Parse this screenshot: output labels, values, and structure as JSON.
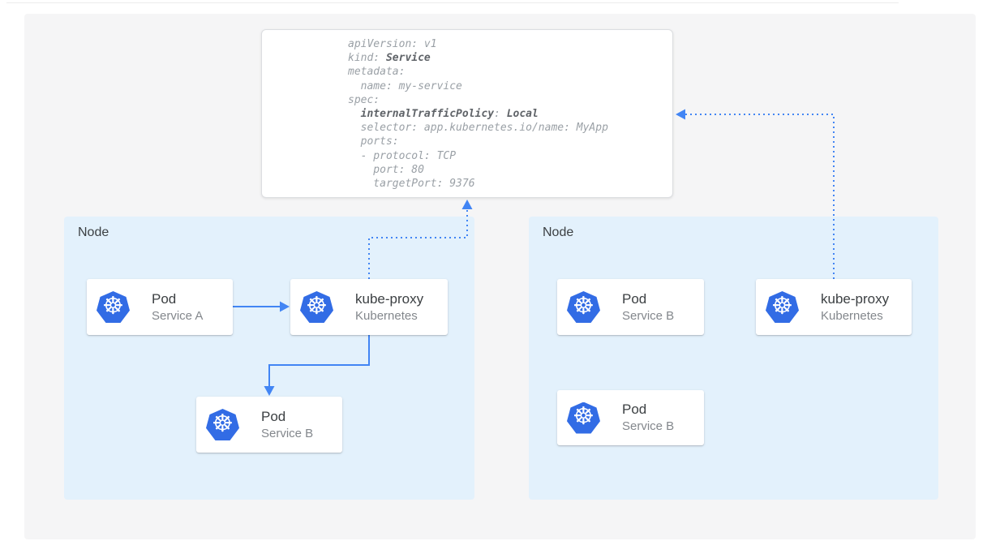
{
  "colors": {
    "panel_bg": "#f5f5f6",
    "node_bg": "#e3f1fc",
    "arrow_blue": "#4285f4",
    "k8s_blue": "#326ce5",
    "title_color": "#3c4043",
    "subtitle_color": "#83878c",
    "code_color": "#9aa0a6",
    "code_bold_color": "#5f6368"
  },
  "icons": {
    "kubernetes_helm_glyph": "☸"
  },
  "yaml_box": {
    "lines": [
      {
        "segments": [
          {
            "t": "apiVersion: v1"
          }
        ]
      },
      {
        "segments": [
          {
            "t": "kind: "
          },
          {
            "t": "Service",
            "b": true
          }
        ]
      },
      {
        "segments": [
          {
            "t": "metadata:"
          }
        ]
      },
      {
        "segments": [
          {
            "t": "  name: my-service"
          }
        ]
      },
      {
        "segments": [
          {
            "t": "spec:"
          }
        ]
      },
      {
        "segments": [
          {
            "t": "  "
          },
          {
            "t": "internalTrafficPolicy",
            "b": true
          },
          {
            "t": ": "
          },
          {
            "t": "Local",
            "b": true
          }
        ]
      },
      {
        "segments": [
          {
            "t": "  selector: app.kubernetes.io/name: MyApp"
          }
        ]
      },
      {
        "segments": [
          {
            "t": "  ports:"
          }
        ]
      },
      {
        "segments": [
          {
            "t": "  - protocol: TCP"
          }
        ]
      },
      {
        "segments": [
          {
            "t": "    port: 80"
          }
        ]
      },
      {
        "segments": [
          {
            "t": "    targetPort: 9376"
          }
        ]
      }
    ]
  },
  "nodes": [
    {
      "label": "Node",
      "cards": [
        {
          "title": "Pod",
          "subtitle": "Service A"
        },
        {
          "title": "kube-proxy",
          "subtitle": "Kubernetes"
        },
        {
          "title": "Pod",
          "subtitle": "Service B"
        }
      ]
    },
    {
      "label": "Node",
      "cards": [
        {
          "title": "Pod",
          "subtitle": "Service B"
        },
        {
          "title": "kube-proxy",
          "subtitle": "Kubernetes"
        },
        {
          "title": "Pod",
          "subtitle": "Service B"
        }
      ]
    }
  ]
}
